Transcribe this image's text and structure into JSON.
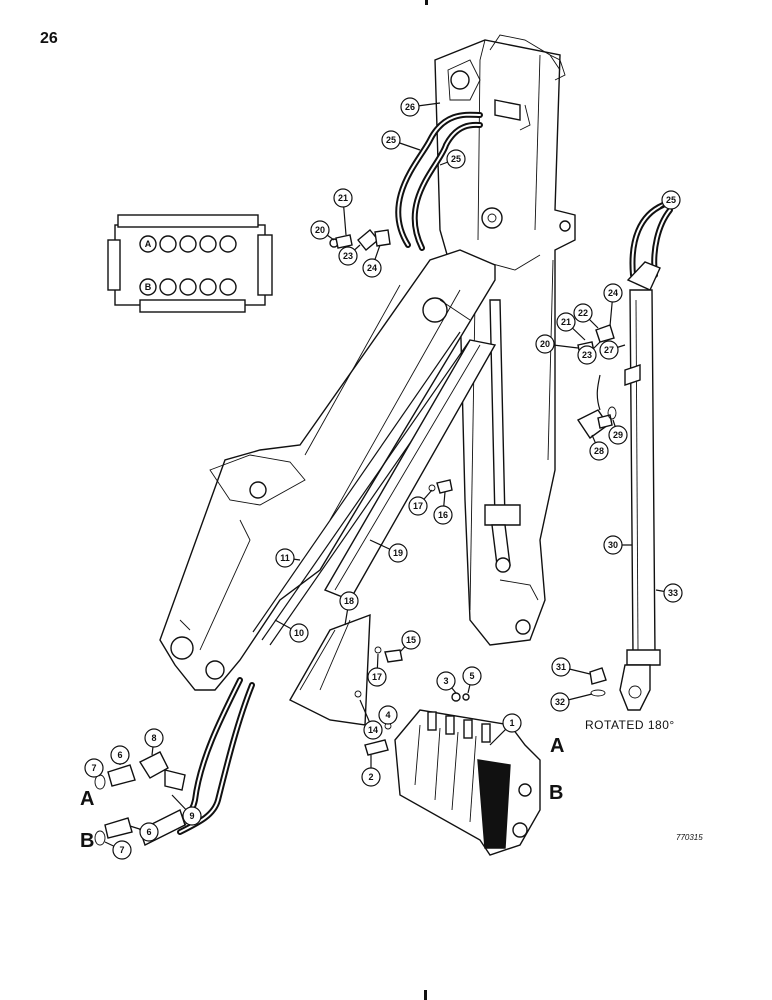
{
  "page_number": "26",
  "rotated_note": "ROTATED 180°",
  "catalog_code": "770315",
  "port_labels": {
    "a_main": "A",
    "b_main": "B",
    "a_fitting": "A",
    "b_fitting": "B",
    "a_inset": "A",
    "b_inset": "B"
  },
  "callouts": [
    "1",
    "2",
    "3",
    "4",
    "5",
    "6",
    "6",
    "7",
    "7",
    "8",
    "9",
    "10",
    "11",
    "14",
    "15",
    "16",
    "17",
    "17",
    "18",
    "19",
    "20",
    "20",
    "21",
    "21",
    "22",
    "23",
    "23",
    "24",
    "24",
    "25",
    "25",
    "25",
    "26",
    "27",
    "28",
    "29",
    "30",
    "31",
    "32",
    "33"
  ]
}
